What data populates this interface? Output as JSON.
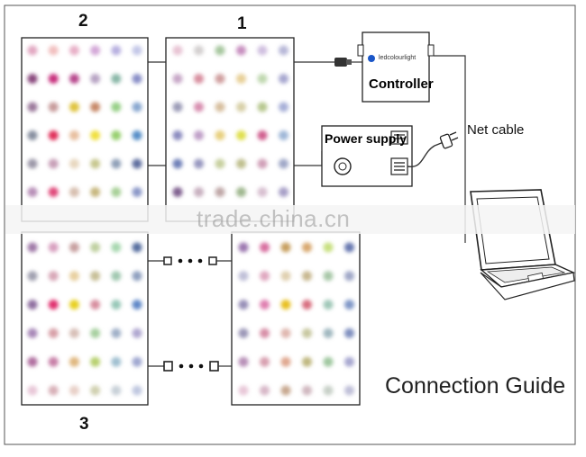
{
  "labels": {
    "panel_1": "1",
    "panel_2": "2",
    "panel_3": "3",
    "controller_brand": "ledcolourlight",
    "controller": "Controller",
    "power_supply": "Power supply",
    "net_cable": "Net cable",
    "title": "Connection Guide",
    "watermark": "trade.china.cn"
  },
  "colors": {
    "outline": "#222222",
    "wire": "#333333",
    "watermark_band": "#f2f2f2"
  },
  "panels": {
    "panel_2": {
      "rows": [
        [
          "#e2a8c2",
          "#f2c0c0",
          "#e8b0c8",
          "#d4a8d8",
          "#b8b0e0",
          "#c4c8e8"
        ],
        [
          "#8a4a7e",
          "#c8307e",
          "#b84a8e",
          "#b8a4c4",
          "#8ab8a8",
          "#8a90c8"
        ],
        [
          "#9c7a9c",
          "#c89c9c",
          "#e0c440",
          "#c88a6a",
          "#98d088",
          "#8aa8d0"
        ],
        [
          "#8890a0",
          "#e0305c",
          "#e8c0a0",
          "#f0e040",
          "#98d070",
          "#5890c8"
        ],
        [
          "#9c98a8",
          "#c8a0b8",
          "#e8d8c0",
          "#c8c890",
          "#90a0b8",
          "#6070a0"
        ],
        [
          "#b890b8",
          "#e04c7c",
          "#d8c0b0",
          "#c8b880",
          "#a8d098",
          "#8c98c8"
        ]
      ]
    },
    "panel_1": {
      "rows": [
        [
          "#e8c4d4",
          "#d4d0d0",
          "#a8c8a0",
          "#c890c0",
          "#d0c0e0",
          "#b8b8d8"
        ],
        [
          "#c8a8c8",
          "#d890a0",
          "#d0a0a0",
          "#e8d098",
          "#c0d8b0",
          "#a8a8d0"
        ],
        [
          "#9c9cb8",
          "#d890b0",
          "#d8c0a0",
          "#d8d0a8",
          "#b8c890",
          "#a8b0d8"
        ],
        [
          "#8c8cc0",
          "#c0a0c8",
          "#e8d080",
          "#e0e050",
          "#d06090",
          "#a0b8d8"
        ],
        [
          "#7080b8",
          "#9898c0",
          "#c8d0a0",
          "#c0c090",
          "#d0a0b8",
          "#a0a8c8"
        ],
        [
          "#806090",
          "#c8b0c0",
          "#c0a8a8",
          "#a0b890",
          "#d8c0d0",
          "#a8a0c8"
        ]
      ]
    },
    "panel_3": {
      "rows": [
        [
          "#a07aa8",
          "#d8a0c0",
          "#c8a0a0",
          "#c0d0a0",
          "#a8d8b0",
          "#5870a0"
        ],
        [
          "#a0a0b0",
          "#d8a8b8",
          "#e8d0a0",
          "#c8c098",
          "#a0c8b0",
          "#90a0c0"
        ],
        [
          "#9070a0",
          "#e03070",
          "#e8d020",
          "#d890a0",
          "#98c8b8",
          "#6088c8"
        ],
        [
          "#a888b8",
          "#d8a0a8",
          "#d8c0b8",
          "#a8d0a0",
          "#a0b0c8",
          "#b0a8d0"
        ],
        [
          "#b070a0",
          "#c880a8",
          "#e0b880",
          "#b8d070",
          "#a0c0d0",
          "#a0a8d0"
        ],
        [
          "#e8c8d8",
          "#d8b0b8",
          "#e8d0c8",
          "#d0d0b0",
          "#c8d0d8",
          "#c0c8e0"
        ]
      ]
    },
    "panel_4": {
      "rows": [
        [
          "#9c78b0",
          "#d870a0",
          "#c8a060",
          "#d8a870",
          "#c8e080",
          "#6878b0"
        ],
        [
          "#c0c0d8",
          "#e0a8c0",
          "#e0d0b0",
          "#c8b890",
          "#a8c8a8",
          "#a0a8c8"
        ],
        [
          "#9890b8",
          "#e080b0",
          "#e8c020",
          "#d87080",
          "#a0c8b8",
          "#8098c8"
        ],
        [
          "#9c98b8",
          "#d890a8",
          "#e0b8b0",
          "#c8c8a0",
          "#a0b8c0",
          "#8090c0"
        ],
        [
          "#b890b8",
          "#d8a0b0",
          "#e0a890",
          "#c0b880",
          "#a0c8a0",
          "#a8a8d0"
        ],
        [
          "#e8c8d8",
          "#d8b8c8",
          "#c8a890",
          "#d0b8c0",
          "#c8d0c8",
          "#c0c0d8"
        ]
      ]
    }
  }
}
